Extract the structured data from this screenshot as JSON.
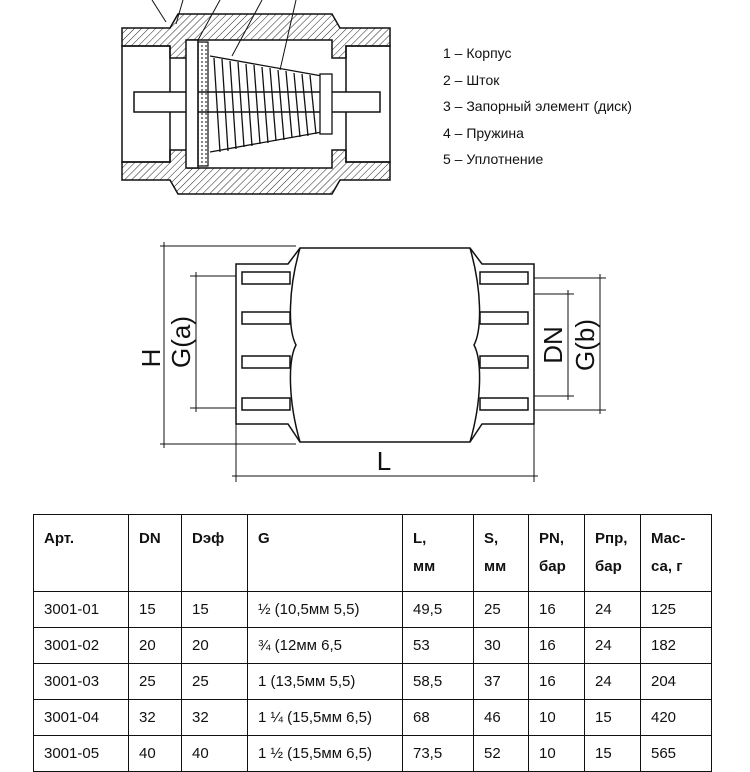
{
  "legend": [
    "1 – Корпус",
    "2 – Шток",
    "3 – Запорный элемент (диск)",
    "4 – Пружина",
    "5 – Уплотнение"
  ],
  "dimensions": {
    "H": "H",
    "Ga": "G(a)",
    "DN": "DN",
    "Gb": "G(b)",
    "L": "L"
  },
  "table": {
    "headers": [
      "Арт.",
      "DN",
      "Dэф",
      "G",
      "L,\nмм",
      "S,\nмм",
      "PN,\nбар",
      "Рпр,\nбар",
      "Мас-\nса, г"
    ],
    "rows": [
      [
        "3001-01",
        "15",
        "15",
        "½ (10,5мм 5,5)",
        "49,5",
        "25",
        "16",
        "24",
        "125"
      ],
      [
        "3001-02",
        "20",
        "20",
        "¾ (12мм 6,5",
        "53",
        "30",
        "16",
        "24",
        "182"
      ],
      [
        "3001-03",
        "25",
        "25",
        "1 (13,5мм 5,5)",
        "58,5",
        "37",
        "16",
        "24",
        "204"
      ],
      [
        "3001-04",
        "32",
        "32",
        "1 ¼ (15,5мм 6,5)",
        "68",
        "46",
        "10",
        "15",
        "420"
      ],
      [
        "3001-05",
        "40",
        "40",
        "1 ½ (15,5мм 6,5)",
        "73,5",
        "52",
        "10",
        "15",
        "565"
      ]
    ]
  }
}
